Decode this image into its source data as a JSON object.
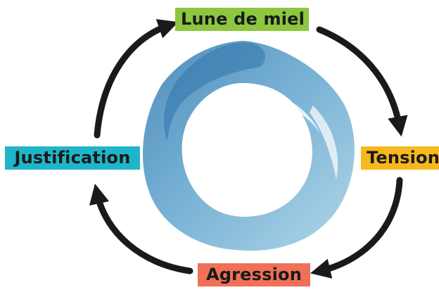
{
  "diagram": {
    "stages": [
      {
        "label": "Lune de miel",
        "color": "#8dc63f"
      },
      {
        "label": "Tension",
        "color": "#f6b81e"
      },
      {
        "label": "Agression",
        "color": "#f07058"
      },
      {
        "label": "Justification",
        "color": "#1fb6c9"
      }
    ],
    "arrow_color": "#1a1a1a",
    "ring_colors": [
      "#3f82b5",
      "#a9d3e6"
    ]
  }
}
